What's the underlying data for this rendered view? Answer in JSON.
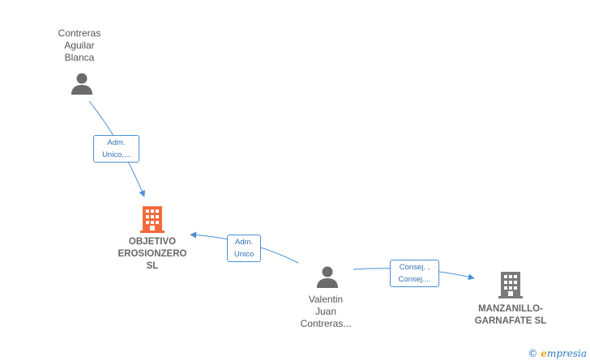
{
  "colors": {
    "edge": "#4a8fd6",
    "person_icon": "#6b6b6b",
    "focus_company": "#f26a3d",
    "company": "#7a7a7a"
  },
  "nodes": {
    "person_contreras": {
      "line1": "Contreras",
      "line2": "Aguilar",
      "line3": "Blanca"
    },
    "company_objetivo": {
      "line1": "OBJETIVO",
      "line2": "EROSIONZERO",
      "line3": "SL"
    },
    "person_valentin": {
      "line1": "Valentin",
      "line2": "Juan",
      "line3": "Contreras..."
    },
    "company_manzanillo": {
      "line1": "MANZANILLO-",
      "line2": "GARNAFATE SL"
    }
  },
  "edges": {
    "contreras_objetivo": {
      "line1": "Adm.",
      "line2": "Unico,..."
    },
    "valentin_objetivo": {
      "line1": "Adm.",
      "line2": "Unico"
    },
    "valentin_manzanillo": {
      "line1": "Consej. ,",
      "line2": "Consej...."
    }
  },
  "watermark": {
    "copyright": "©",
    "brand_initial": "e",
    "brand_rest": "mpresia"
  }
}
